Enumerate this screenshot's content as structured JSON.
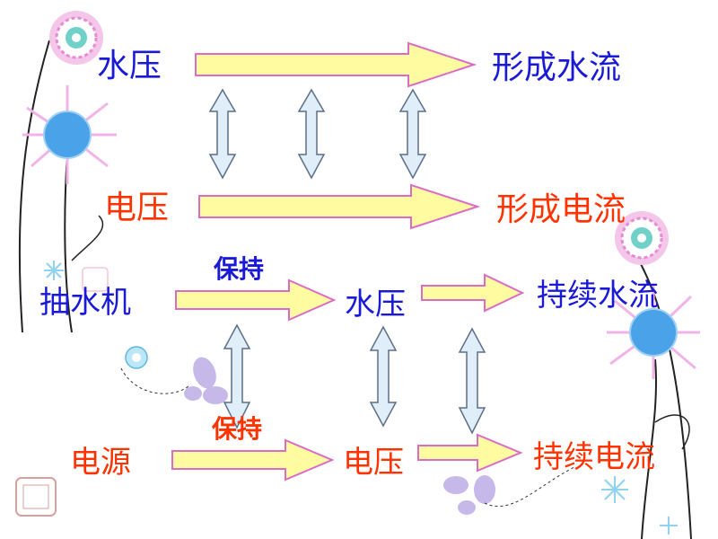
{
  "rows": {
    "water": {
      "cause": "水压",
      "effect": "形成水流"
    },
    "electric": {
      "cause": "电压",
      "effect": "形成电流"
    },
    "pump": {
      "source": "抽水机",
      "verb": "保持",
      "middle": "水压",
      "effect": "持续水流"
    },
    "power": {
      "source": "电源",
      "verb": "保持",
      "middle": "电压",
      "effect": "持续电流"
    }
  },
  "colors": {
    "blue_text": "#1a1ad6",
    "red_text": "#ff3300",
    "arrow_fill": "#fffba0",
    "arrow_stroke": "#d96cc6",
    "vert_arrow_fill": "#e0eefa",
    "vert_arrow_stroke": "#5b6f86",
    "flower_pink": "#e58cd2",
    "flower_blue": "#4aa3e8"
  }
}
